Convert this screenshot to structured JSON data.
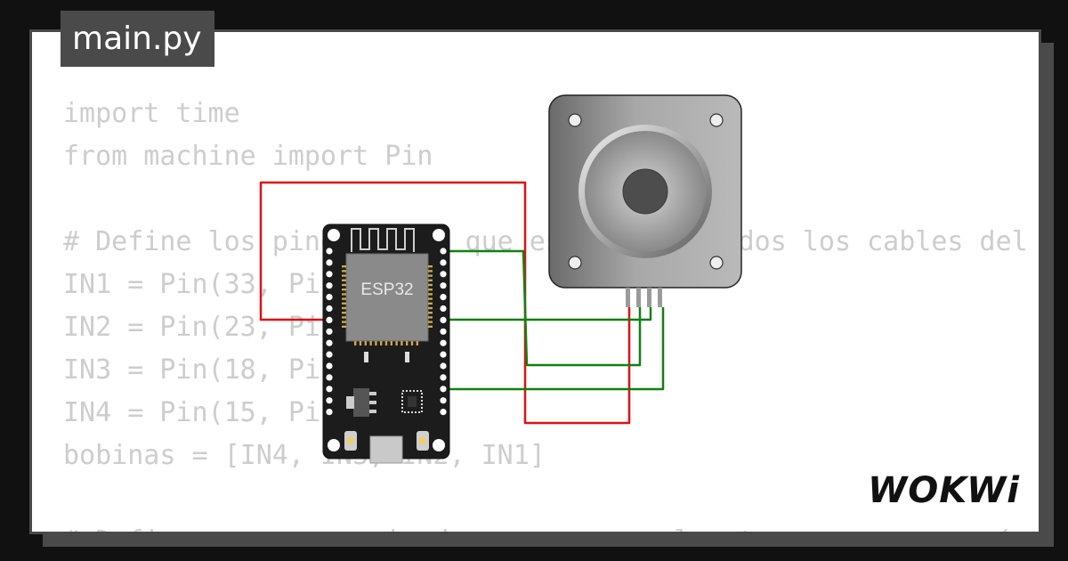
{
  "file_tab": {
    "label": "main.py"
  },
  "code_lines": [
    "import time",
    "from machine import Pin",
    "",
    "# Define los pines a los que están conectados los cables del m",
    "IN1 = Pin(33, Pin.OUT)",
    "IN2 = Pin(23, Pin.OUT)",
    "IN3 = Pin(18, Pin.OUT)",
    "IN4 = Pin(15, Pin.OUT)",
    "bobinas = [IN4, IN3, IN2, IN1]",
    "",
    "# Define una secuencia de pasos para el motor paso a paso (sentido"
  ],
  "board": {
    "chip_label": "ESP32"
  },
  "logo": {
    "text": "WOKWi"
  },
  "colors": {
    "background": "#111111",
    "card": "#ffffff",
    "frame": "#4a4a4a",
    "code_text": "#cdcdcd",
    "wire_red": "#e01010",
    "wire_green": "#118011"
  },
  "icons": {
    "board": "esp32-devkit-board",
    "motor": "stepper-motor",
    "logo": "wokwi-logo"
  }
}
